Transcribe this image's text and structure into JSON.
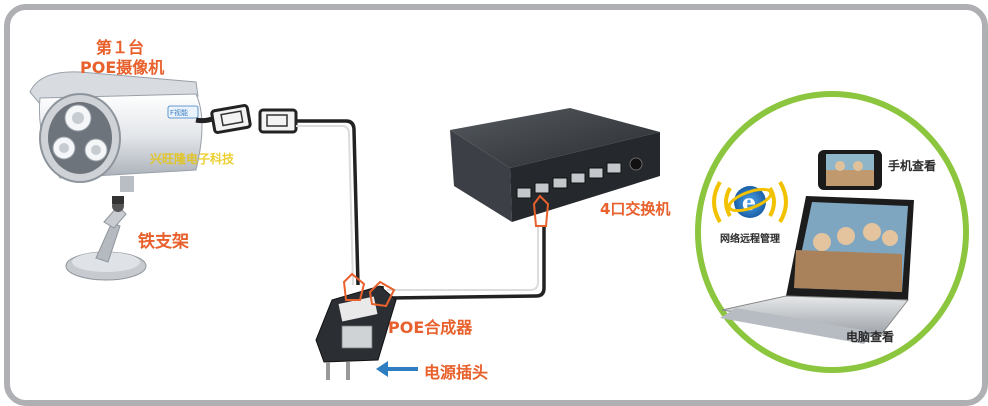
{
  "camera": {
    "title_line1": "第１台",
    "title_line2": "POE摄像机",
    "brand_watermark": "兴旺隆电子科技",
    "badge": "F视能"
  },
  "bracket": {
    "label": "铁支架"
  },
  "switch": {
    "label": "4口交换机"
  },
  "combiner": {
    "label": "POE合成器"
  },
  "plug": {
    "label": "电源插头"
  },
  "remote": {
    "network_label": "网络远程管理",
    "phone_label": "手机查看",
    "pc_label": "电脑查看"
  },
  "colors": {
    "label_orange": "#e8602c",
    "cable": "#222222",
    "circle_green": "#8cc63f",
    "arrow_blue": "#2f7ec1",
    "frame_gray": "#aeb0b3"
  }
}
